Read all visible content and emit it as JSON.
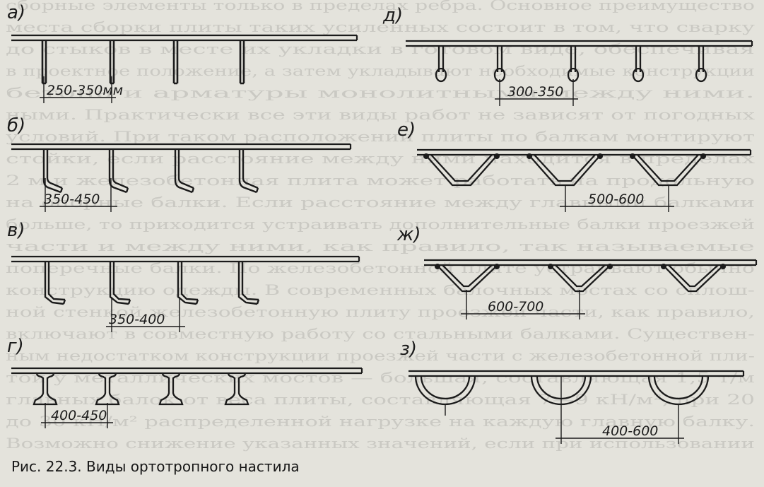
{
  "caption": "Рис. 22.3. Виды ортотропного настила",
  "panels": [
    {
      "id": "a",
      "label": "а)",
      "dimension": "250-350мм"
    },
    {
      "id": "b",
      "label": "б)",
      "dimension": "350-450"
    },
    {
      "id": "v",
      "label": "в)",
      "dimension": "350-400"
    },
    {
      "id": "g",
      "label": "г)",
      "dimension": "400-450"
    },
    {
      "id": "d",
      "label": "д)",
      "dimension": "300-350"
    },
    {
      "id": "e",
      "label": "е)",
      "dimension": "500-600"
    },
    {
      "id": "zh",
      "label": "ж)",
      "dimension": "600-700"
    },
    {
      "id": "z",
      "label": "з)",
      "dimension": "400-600"
    }
  ],
  "background_text": [
    "сборные элементы только в пределах ребра. Основное преимущество",
    "места сборки плиты таких усиленных состоит в том, что сварку",
    "до стыков в месте их укладки в готовом виде, обеспечивая",
    "в проектное положение, а затем укладывают необходимые конструкции",
    "бетона и арматуры монолитными между ними.",
    "ными. Практически все эти виды работ не зависят от погодных",
    "условий. При таком расположении плиты по балкам монтируют",
    "стойки, если расстояние между ними находится в пределах",
    "2 м и железобетонная плита может работать на продольную",
    "на опорные балки. Если расстояние между главными балками",
    "больше, то приходится устраивать дополнительные балки проезжей",
    "части и между ними, как правило, так называемые",
    "поперечные балки. По железобетонной плите устраивают обычно",
    "конструкцию одежды. В современных балочных мостах со сплош-",
    "ной стенкой железобетонную плиту проезжей части, как правило,",
    "включают в совместную работу со стальными балками. Существен-",
    "ным недостатком конструкции проезжей части с железобетонной пли-",
    "той у металлических мостов — большая, составляющая 1,5 т/м",
    "главных балок от веса плиты, составляющая 7—9 кН/м², при 20",
    "до 30 кН/м² распределенной нагрузке на каждую главную балку.",
    "Возможно снижение указанных значений, если при использовании"
  ]
}
